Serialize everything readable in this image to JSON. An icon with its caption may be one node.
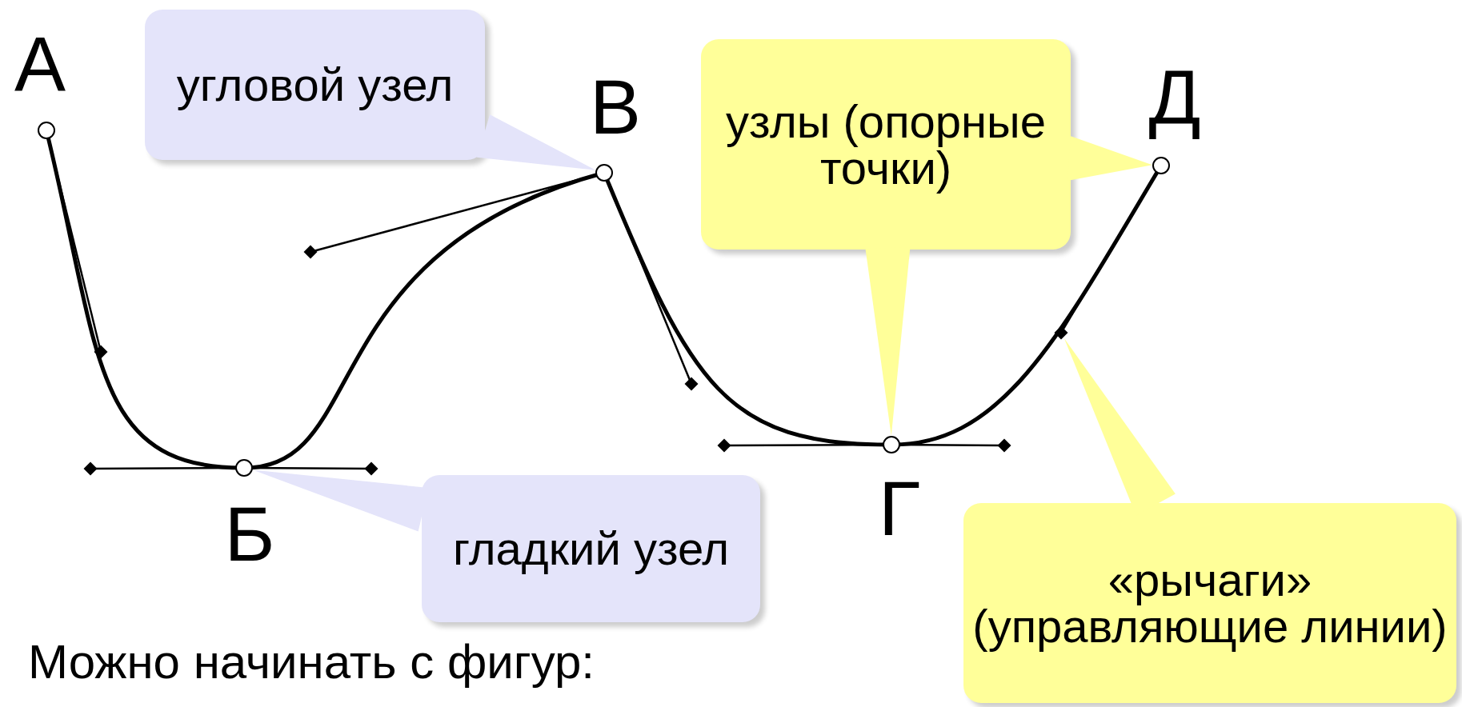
{
  "diagram": {
    "nodes": [
      {
        "text": [],
        "shape": "circle",
        "beside": [
          "А"
        ]
      },
      {
        "text": [],
        "shape": "circle",
        "beside": [
          "Б"
        ]
      },
      {
        "text": [],
        "shape": "circle",
        "beside": [
          "В"
        ]
      },
      {
        "text": [],
        "shape": "circle",
        "beside": [
          "Г"
        ]
      },
      {
        "text": [],
        "shape": "circle",
        "beside": [
          "Д"
        ]
      },
      {
        "text": [
          "угловой узел"
        ]
      },
      {
        "text": [
          "гладкий узел"
        ]
      },
      {
        "text": [
          "узлы (опорные точки)"
        ]
      },
      {
        "text": [
          "«рычаги» (управляющие линии)"
        ]
      },
      {
        "text": [],
        "shape": "diamond"
      }
    ],
    "edges": [
      {
        "from": 5,
        "to": 2,
        "arrow": "none"
      },
      {
        "from": 6,
        "to": 1,
        "arrow": "none"
      },
      {
        "from": 7,
        "to": 4,
        "arrow": "none"
      },
      {
        "from": 7,
        "to": 3,
        "arrow": "none"
      },
      {
        "from": 8,
        "to": 9,
        "arrow": "none"
      }
    ],
    "labels": [
      "Можно начинать с фигур:"
    ]
  }
}
